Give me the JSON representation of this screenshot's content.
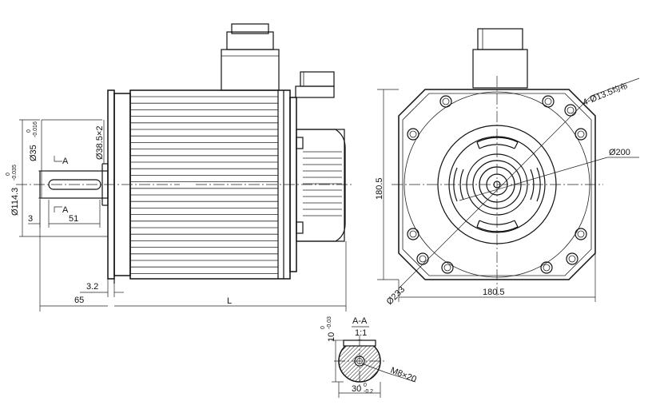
{
  "side_view": {
    "shaft_diameter": {
      "main": "Ø35",
      "tol_upper": "0",
      "tol_lower": "-0.016"
    },
    "shoulder_diameter": "Ø38.5×2",
    "pilot_diameter": {
      "main": "Ø114.3",
      "tol_upper": "0",
      "tol_lower": "-0.035"
    },
    "section_mark": "A",
    "key_offset": "3",
    "key_length": "51",
    "flange_gap": "3.2",
    "shaft_length": "65",
    "body_length": "L"
  },
  "front_view": {
    "mounting_holes": "4-Ø13.5",
    "mounting_holes_note": "均布",
    "pcd": "Ø200",
    "flange_height": "180.5",
    "flange_width": "180.5",
    "outer_diameter": "Ø233"
  },
  "section_view": {
    "title": "A-A",
    "scale": "1:1",
    "key_width": {
      "main": "10",
      "tol_upper": "0",
      "tol_lower": "-0.03"
    },
    "key_depth": {
      "main": "30",
      "tol_upper": "0",
      "tol_lower": "-0.2"
    },
    "thread": "M8×20"
  }
}
